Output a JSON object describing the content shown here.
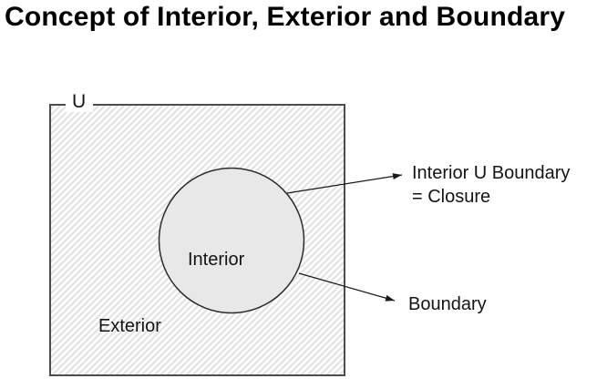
{
  "title": "Concept of Interior, Exterior and Boundary",
  "diagram": {
    "universe_label": "U",
    "interior_label": "Interior",
    "exterior_label": "Exterior",
    "closure_note_line1": "Interior U Boundary",
    "closure_note_line2": "= Closure",
    "boundary_label": "Boundary"
  },
  "colors": {
    "background": "#ffffff",
    "title_text": "#000000",
    "label_text": "#141414",
    "square_border": "#4d4d4d",
    "hatch_stroke": "#e2e2e2",
    "circle_fill": "#e8e8e8",
    "circle_stroke": "#2b2b2b",
    "arrow_line": "#1a1a1a"
  }
}
